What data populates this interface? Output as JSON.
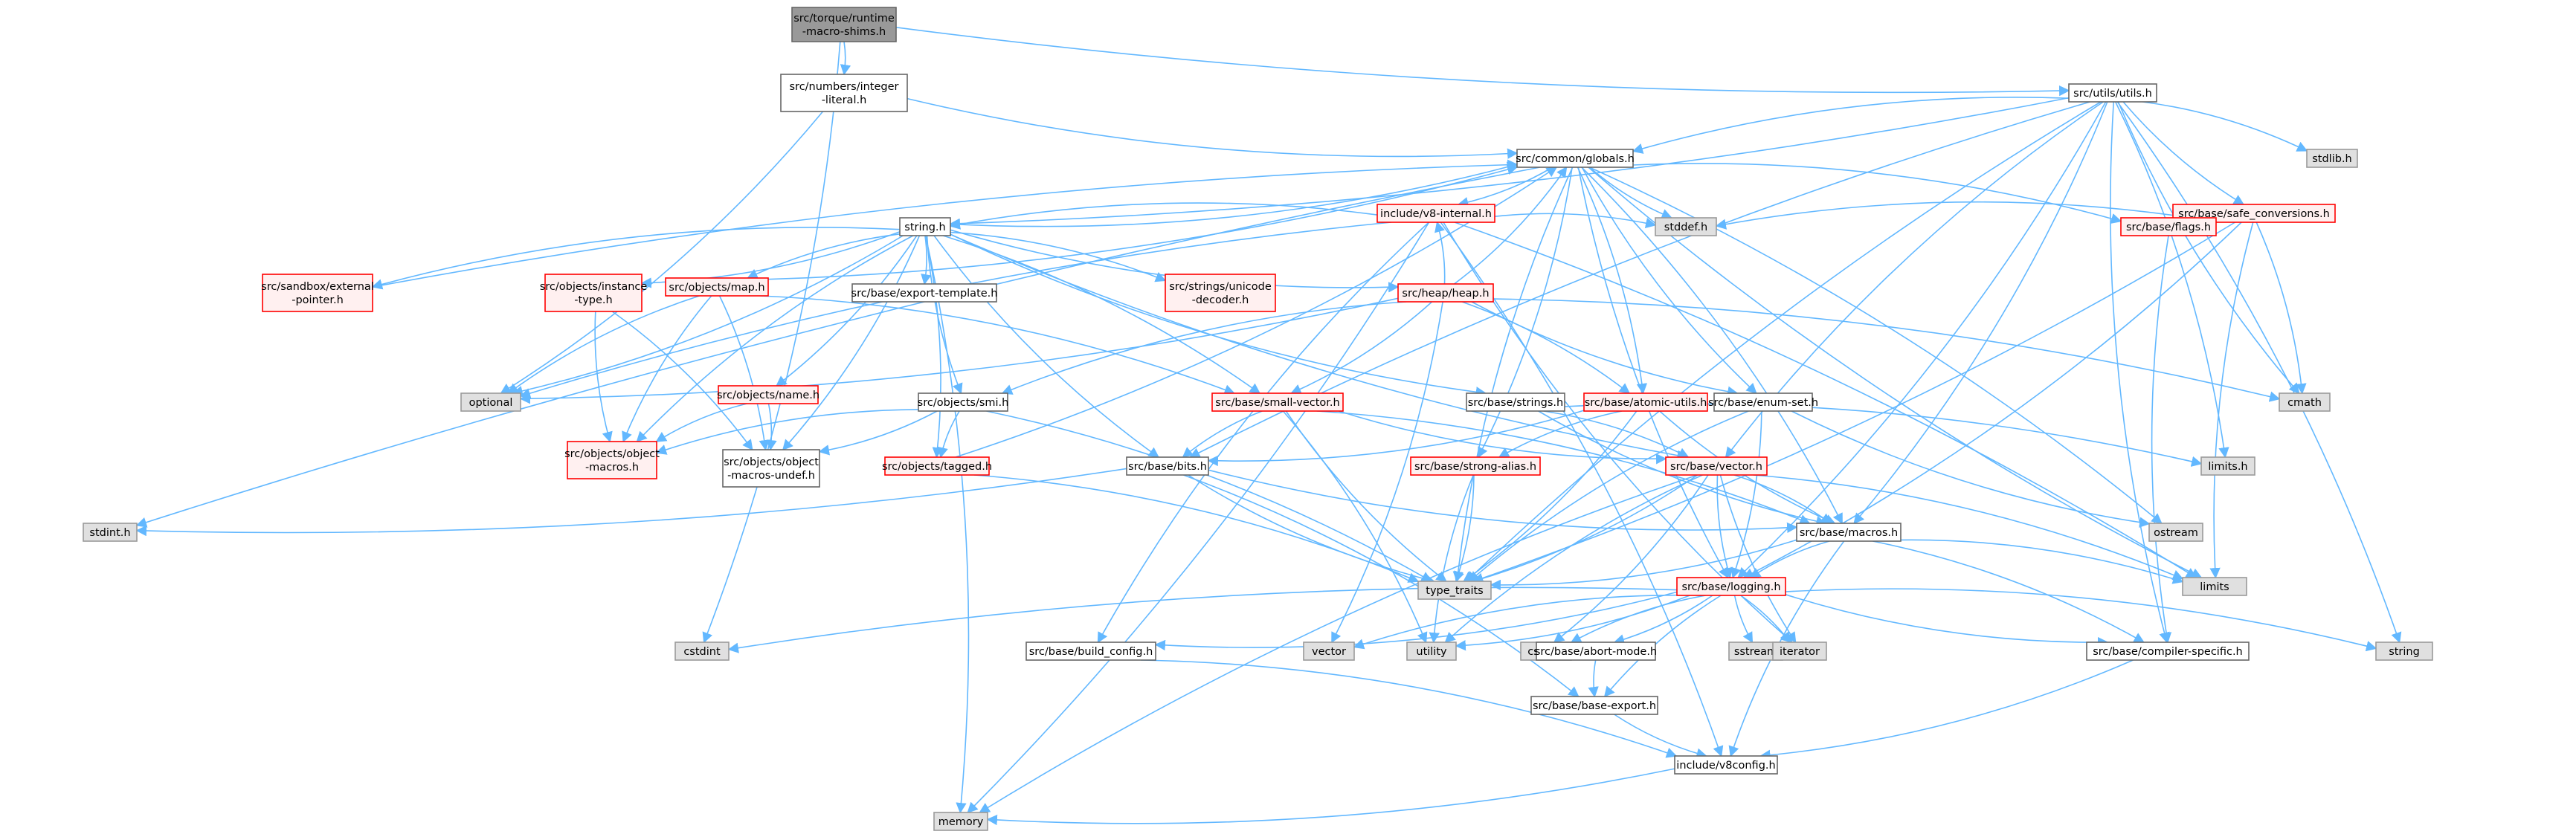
{
  "colors": {
    "edge": "#63b8ff",
    "root_fill": "#999999",
    "root_border": "#666666",
    "normal_fill": "#ffffff",
    "normal_border": "#666666",
    "truncated_fill": "#fff0f0",
    "truncated_border": "#ff0000",
    "system_fill": "#e0e0e0",
    "system_border": "#999999"
  },
  "nodes": [
    {
      "id": "root",
      "lines": [
        "src/torque/runtime",
        "-macro-shims.h"
      ],
      "kind": "root"
    },
    {
      "id": "integer_literal",
      "lines": [
        "src/numbers/integer",
        "-literal.h"
      ],
      "kind": "normal"
    },
    {
      "id": "utils",
      "lines": [
        "src/utils/utils.h"
      ],
      "kind": "normal"
    },
    {
      "id": "globals",
      "lines": [
        "src/common/globals.h"
      ],
      "kind": "normal"
    },
    {
      "id": "stdlib",
      "lines": [
        "stdlib.h"
      ],
      "kind": "system"
    },
    {
      "id": "v8internal",
      "lines": [
        "include/v8-internal.h"
      ],
      "kind": "truncated"
    },
    {
      "id": "safeconv",
      "lines": [
        "src/base/safe_conversions.h"
      ],
      "kind": "truncated"
    },
    {
      "id": "stringh",
      "lines": [
        "string.h"
      ],
      "kind": "normal"
    },
    {
      "id": "stddef",
      "lines": [
        "stddef.h"
      ],
      "kind": "system"
    },
    {
      "id": "flags",
      "lines": [
        "src/base/flags.h"
      ],
      "kind": "truncated"
    },
    {
      "id": "sandbox",
      "lines": [
        "src/sandbox/external",
        "-pointer.h"
      ],
      "kind": "truncated"
    },
    {
      "id": "instancetype",
      "lines": [
        "src/objects/instance",
        "-type.h"
      ],
      "kind": "truncated"
    },
    {
      "id": "objmap",
      "lines": [
        "src/objects/map.h"
      ],
      "kind": "truncated"
    },
    {
      "id": "exporttemplate",
      "lines": [
        "src/base/export-template.h"
      ],
      "kind": "normal"
    },
    {
      "id": "unicode",
      "lines": [
        "src/strings/unicode",
        "-decoder.h"
      ],
      "kind": "truncated"
    },
    {
      "id": "heap",
      "lines": [
        "src/heap/heap.h"
      ],
      "kind": "truncated"
    },
    {
      "id": "cmath",
      "lines": [
        "cmath"
      ],
      "kind": "system"
    },
    {
      "id": "optional",
      "lines": [
        "optional"
      ],
      "kind": "system"
    },
    {
      "id": "objname",
      "lines": [
        "src/objects/name.h"
      ],
      "kind": "truncated"
    },
    {
      "id": "smi",
      "lines": [
        "src/objects/smi.h"
      ],
      "kind": "normal"
    },
    {
      "id": "smallvector",
      "lines": [
        "src/base/small-vector.h"
      ],
      "kind": "truncated"
    },
    {
      "id": "strings",
      "lines": [
        "src/base/strings.h"
      ],
      "kind": "normal"
    },
    {
      "id": "atomicutils",
      "lines": [
        "src/base/atomic-utils.h"
      ],
      "kind": "truncated"
    },
    {
      "id": "enumset",
      "lines": [
        "src/base/enum-set.h"
      ],
      "kind": "normal"
    },
    {
      "id": "objmacros",
      "lines": [
        "src/objects/object",
        "-macros.h"
      ],
      "kind": "truncated"
    },
    {
      "id": "objmacrosundef",
      "lines": [
        "src/objects/object",
        "-macros-undef.h"
      ],
      "kind": "normal"
    },
    {
      "id": "tagged",
      "lines": [
        "src/objects/tagged.h"
      ],
      "kind": "truncated"
    },
    {
      "id": "bits",
      "lines": [
        "src/base/bits.h"
      ],
      "kind": "normal"
    },
    {
      "id": "strongalias",
      "lines": [
        "src/base/strong-alias.h"
      ],
      "kind": "truncated"
    },
    {
      "id": "limitsh",
      "lines": [
        "limits.h"
      ],
      "kind": "system"
    },
    {
      "id": "vectorh",
      "lines": [
        "src/base/vector.h"
      ],
      "kind": "truncated"
    },
    {
      "id": "stdint",
      "lines": [
        "stdint.h"
      ],
      "kind": "system"
    },
    {
      "id": "macros",
      "lines": [
        "src/base/macros.h"
      ],
      "kind": "normal"
    },
    {
      "id": "ostream",
      "lines": [
        "ostream"
      ],
      "kind": "system"
    },
    {
      "id": "typetraits",
      "lines": [
        "type_traits"
      ],
      "kind": "system"
    },
    {
      "id": "limits",
      "lines": [
        "limits"
      ],
      "kind": "system"
    },
    {
      "id": "logging",
      "lines": [
        "src/base/logging.h"
      ],
      "kind": "truncated"
    },
    {
      "id": "cstdint",
      "lines": [
        "cstdint"
      ],
      "kind": "system"
    },
    {
      "id": "buildconfig",
      "lines": [
        "src/base/build_config.h"
      ],
      "kind": "normal"
    },
    {
      "id": "vector",
      "lines": [
        "vector"
      ],
      "kind": "system"
    },
    {
      "id": "utility",
      "lines": [
        "utility"
      ],
      "kind": "system"
    },
    {
      "id": "cstring",
      "lines": [
        "cstring"
      ],
      "kind": "system"
    },
    {
      "id": "abortmode",
      "lines": [
        "src/base/abort-mode.h"
      ],
      "kind": "normal"
    },
    {
      "id": "sstream",
      "lines": [
        "sstream"
      ],
      "kind": "system"
    },
    {
      "id": "iterator",
      "lines": [
        "iterator"
      ],
      "kind": "system"
    },
    {
      "id": "compilerspecific",
      "lines": [
        "src/base/compiler-specific.h"
      ],
      "kind": "normal"
    },
    {
      "id": "stringstd",
      "lines": [
        "string"
      ],
      "kind": "system"
    },
    {
      "id": "baseexport",
      "lines": [
        "src/base/base-export.h"
      ],
      "kind": "normal"
    },
    {
      "id": "v8config",
      "lines": [
        "include/v8config.h"
      ],
      "kind": "normal"
    },
    {
      "id": "memory",
      "lines": [
        "memory"
      ],
      "kind": "system"
    }
  ],
  "edges": [
    [
      "root",
      "integer_literal"
    ],
    [
      "root",
      "utils"
    ],
    [
      "root",
      "cstdint"
    ],
    [
      "integer_literal",
      "globals"
    ],
    [
      "integer_literal",
      "optional"
    ],
    [
      "utils",
      "globals"
    ],
    [
      "utils",
      "stdlib"
    ],
    [
      "utils",
      "safeconv"
    ],
    [
      "utils",
      "stringh"
    ],
    [
      "utils",
      "cmath"
    ],
    [
      "utils",
      "limitsh"
    ],
    [
      "utils",
      "vectorh"
    ],
    [
      "utils",
      "macros"
    ],
    [
      "utils",
      "typetraits"
    ],
    [
      "utils",
      "logging"
    ],
    [
      "utils",
      "compilerspecific"
    ],
    [
      "utils",
      "stringstd"
    ],
    [
      "utils",
      "bits"
    ],
    [
      "globals",
      "v8internal"
    ],
    [
      "globals",
      "stddef"
    ],
    [
      "globals",
      "flags"
    ],
    [
      "globals",
      "stdint"
    ],
    [
      "globals",
      "ostream"
    ],
    [
      "globals",
      "typetraits"
    ],
    [
      "globals",
      "macros"
    ],
    [
      "globals",
      "logging"
    ],
    [
      "globals",
      "strongalias"
    ],
    [
      "globals",
      "enumset"
    ],
    [
      "globals",
      "atomicutils"
    ],
    [
      "globals",
      "limits"
    ],
    [
      "v8internal",
      "stddef"
    ],
    [
      "v8internal",
      "stringh"
    ],
    [
      "v8internal",
      "memory"
    ],
    [
      "v8internal",
      "optional"
    ],
    [
      "v8internal",
      "limits"
    ],
    [
      "v8internal",
      "iterator"
    ],
    [
      "v8internal",
      "v8config"
    ],
    [
      "v8internal",
      "buildconfig"
    ],
    [
      "safeconv",
      "cmath"
    ],
    [
      "safeconv",
      "limits"
    ],
    [
      "safeconv",
      "typetraits"
    ],
    [
      "safeconv",
      "stddef"
    ],
    [
      "safeconv",
      "logging"
    ],
    [
      "flags",
      "compilerspecific"
    ],
    [
      "stringh",
      "exporttemplate"
    ],
    [
      "stringh",
      "sandbox"
    ],
    [
      "stringh",
      "instancetype"
    ],
    [
      "stringh",
      "objmap"
    ],
    [
      "stringh",
      "unicode"
    ],
    [
      "stringh",
      "heap"
    ],
    [
      "stringh",
      "objname"
    ],
    [
      "stringh",
      "smi"
    ],
    [
      "stringh",
      "smallvector"
    ],
    [
      "stringh",
      "strings"
    ],
    [
      "stringh",
      "tagged"
    ],
    [
      "stringh",
      "objmacros"
    ],
    [
      "stringh",
      "objmacrosundef"
    ],
    [
      "stringh",
      "bits"
    ],
    [
      "stringh",
      "optional"
    ],
    [
      "stringh",
      "vectorh"
    ],
    [
      "stringh",
      "memory"
    ],
    [
      "stringh",
      "globals"
    ],
    [
      "sandbox",
      "globals"
    ],
    [
      "instancetype",
      "objmacros"
    ],
    [
      "instancetype",
      "objmacrosundef"
    ],
    [
      "objmap",
      "objmacros"
    ],
    [
      "objmap",
      "objmacrosundef"
    ],
    [
      "objmap",
      "optional"
    ],
    [
      "objmap",
      "smallvector"
    ],
    [
      "objmap",
      "globals"
    ],
    [
      "heap",
      "cmath"
    ],
    [
      "heap",
      "globals"
    ],
    [
      "heap",
      "smallvector"
    ],
    [
      "heap",
      "enumset"
    ],
    [
      "heap",
      "atomicutils"
    ],
    [
      "heap",
      "smi"
    ],
    [
      "heap",
      "optional"
    ],
    [
      "heap",
      "v8internal"
    ],
    [
      "heap",
      "vector"
    ],
    [
      "objname",
      "objmacros"
    ],
    [
      "objname",
      "objmacrosundef"
    ],
    [
      "smi",
      "objmacros"
    ],
    [
      "smi",
      "objmacrosundef"
    ],
    [
      "smi",
      "tagged"
    ],
    [
      "smi",
      "typetraits"
    ],
    [
      "smallvector",
      "bits"
    ],
    [
      "smallvector",
      "macros"
    ],
    [
      "smallvector",
      "typetraits"
    ],
    [
      "smallvector",
      "utility"
    ],
    [
      "smallvector",
      "vectorh"
    ],
    [
      "strings",
      "vectorh"
    ],
    [
      "strings",
      "macros"
    ],
    [
      "strings",
      "limitsh"
    ],
    [
      "atomicutils",
      "strongalias"
    ],
    [
      "atomicutils",
      "typetraits"
    ],
    [
      "atomicutils",
      "macros"
    ],
    [
      "atomicutils",
      "bits"
    ],
    [
      "enumset",
      "typetraits"
    ],
    [
      "enumset",
      "logging"
    ],
    [
      "enumset",
      "ostream"
    ],
    [
      "tagged",
      "typetraits"
    ],
    [
      "tagged",
      "globals"
    ],
    [
      "bits",
      "stdint"
    ],
    [
      "bits",
      "typetraits"
    ],
    [
      "bits",
      "baseexport"
    ],
    [
      "bits",
      "macros"
    ],
    [
      "strongalias",
      "typetraits"
    ],
    [
      "strongalias",
      "utility"
    ],
    [
      "vectorh",
      "macros"
    ],
    [
      "vectorh",
      "logging"
    ],
    [
      "vectorh",
      "typetraits"
    ],
    [
      "vectorh",
      "iterator"
    ],
    [
      "vectorh",
      "limits"
    ],
    [
      "vectorh",
      "memory"
    ],
    [
      "vectorh",
      "cstring"
    ],
    [
      "vectorh",
      "utility"
    ],
    [
      "macros",
      "typetraits"
    ],
    [
      "macros",
      "logging"
    ],
    [
      "macros",
      "compilerspecific"
    ],
    [
      "macros",
      "v8config"
    ],
    [
      "macros",
      "limits"
    ],
    [
      "logging",
      "cstdint"
    ],
    [
      "logging",
      "buildconfig"
    ],
    [
      "logging",
      "vector"
    ],
    [
      "logging",
      "utility"
    ],
    [
      "logging",
      "cstring"
    ],
    [
      "logging",
      "abortmode"
    ],
    [
      "logging",
      "sstream"
    ],
    [
      "logging",
      "iterator"
    ],
    [
      "logging",
      "compilerspecific"
    ],
    [
      "logging",
      "stringstd"
    ],
    [
      "logging",
      "baseexport"
    ],
    [
      "buildconfig",
      "v8config"
    ],
    [
      "abortmode",
      "baseexport"
    ],
    [
      "compilerspecific",
      "v8config"
    ],
    [
      "baseexport",
      "v8config"
    ],
    [
      "v8config",
      "memory"
    ]
  ]
}
